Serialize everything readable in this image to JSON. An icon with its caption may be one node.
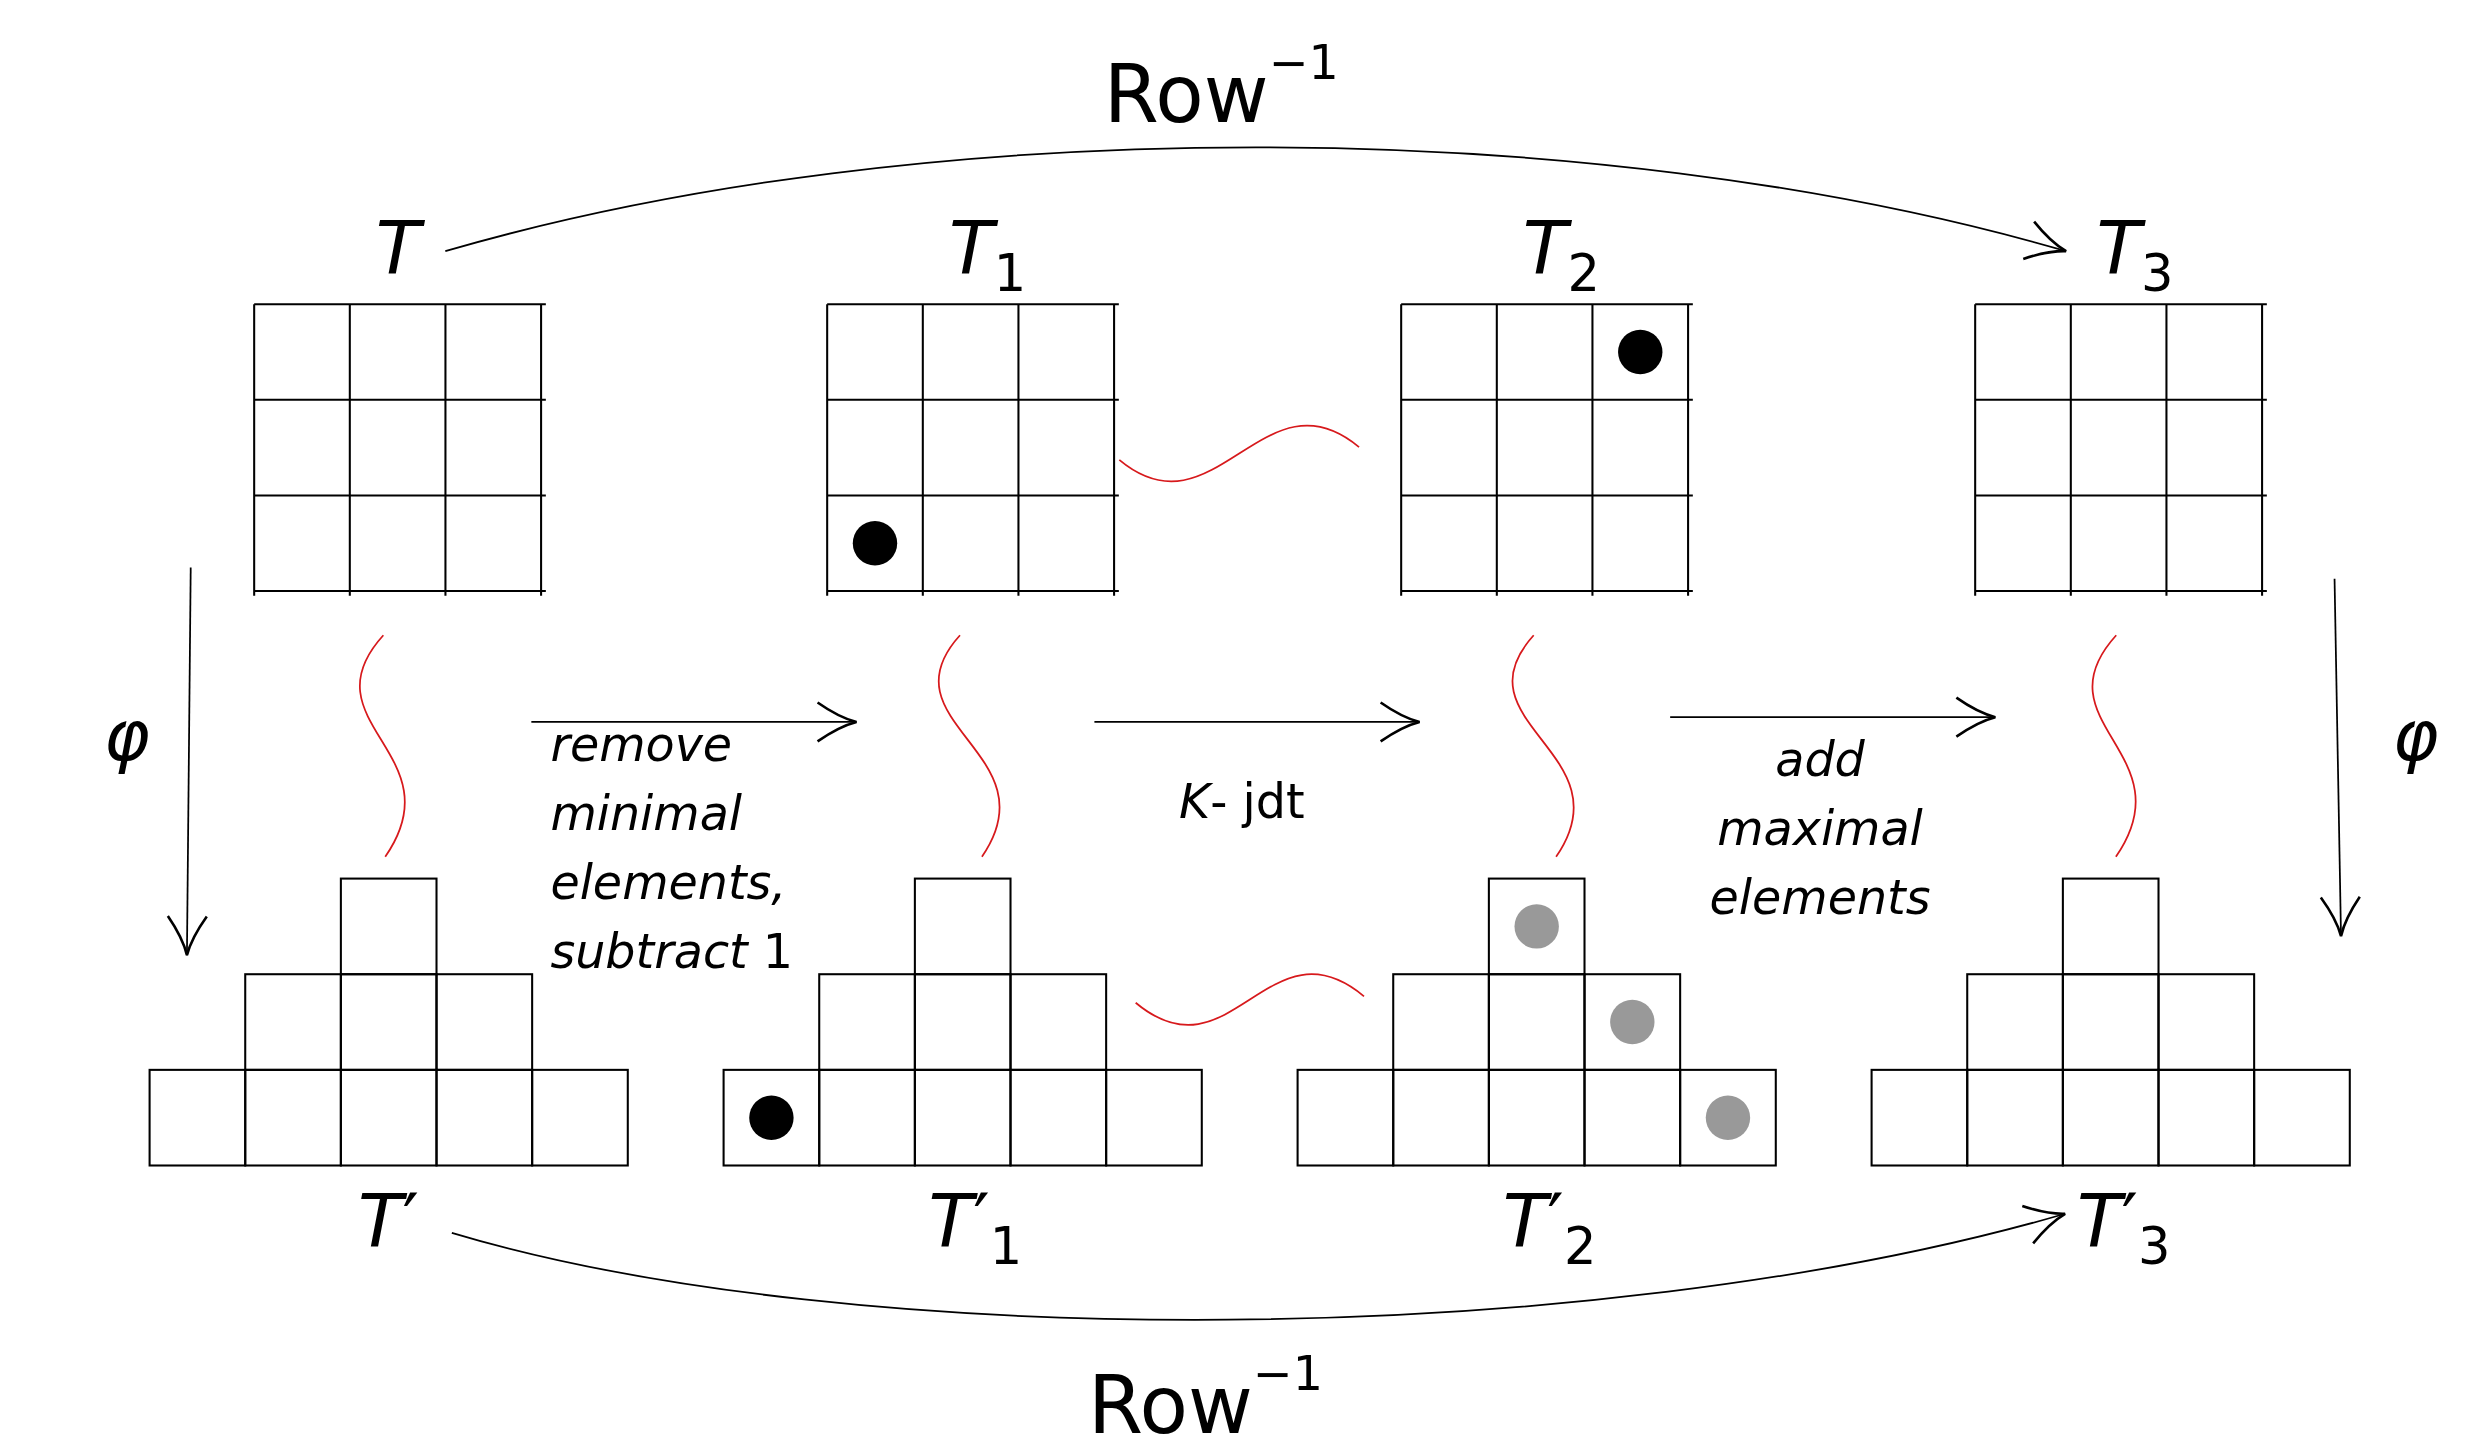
{
  "diagram": {
    "nodes": [
      {
        "text": [
          "*T*"
        ]
      },
      {
        "text": [
          "*T*$_{1}$"
        ]
      },
      {
        "text": [
          "*T*$_{2}$"
        ]
      },
      {
        "text": [
          "*T*$_{3}$"
        ]
      },
      {
        "text": [
          "*T*′"
        ]
      },
      {
        "text": [
          "*T*′$_{1}$"
        ]
      },
      {
        "text": [
          "*T*′$_{2}$"
        ]
      },
      {
        "text": [
          "*T*′$_{3}$"
        ]
      }
    ],
    "edges": [
      {
        "from": 0,
        "to": 3,
        "arrow": "to",
        "label": "Row$^{−1}$",
        "color": "#000000"
      },
      {
        "from": 4,
        "to": 7,
        "arrow": "to",
        "label": "Row$^{−1}$",
        "color": "#000000"
      },
      {
        "from": 0,
        "to": 4,
        "arrow": "to",
        "label": "*φ*",
        "color": "#000000"
      },
      {
        "from": 3,
        "to": 7,
        "arrow": "to",
        "label": "*φ*",
        "color": "#000000"
      },
      {
        "from": 0,
        "to": 4,
        "arrow": "none"
      },
      {
        "from": 1,
        "to": 5,
        "arrow": "none"
      },
      {
        "from": 2,
        "to": 6,
        "arrow": "none"
      },
      {
        "from": 3,
        "to": 7,
        "arrow": "none"
      },
      {
        "from": 1,
        "to": 2,
        "arrow": "none"
      },
      {
        "from": 5,
        "to": 6,
        "arrow": "none"
      }
    ],
    "labels": [
      "*remove minimal elements, subtract* 1",
      "*K*- jdt",
      "add maximal elements"
    ]
  }
}
